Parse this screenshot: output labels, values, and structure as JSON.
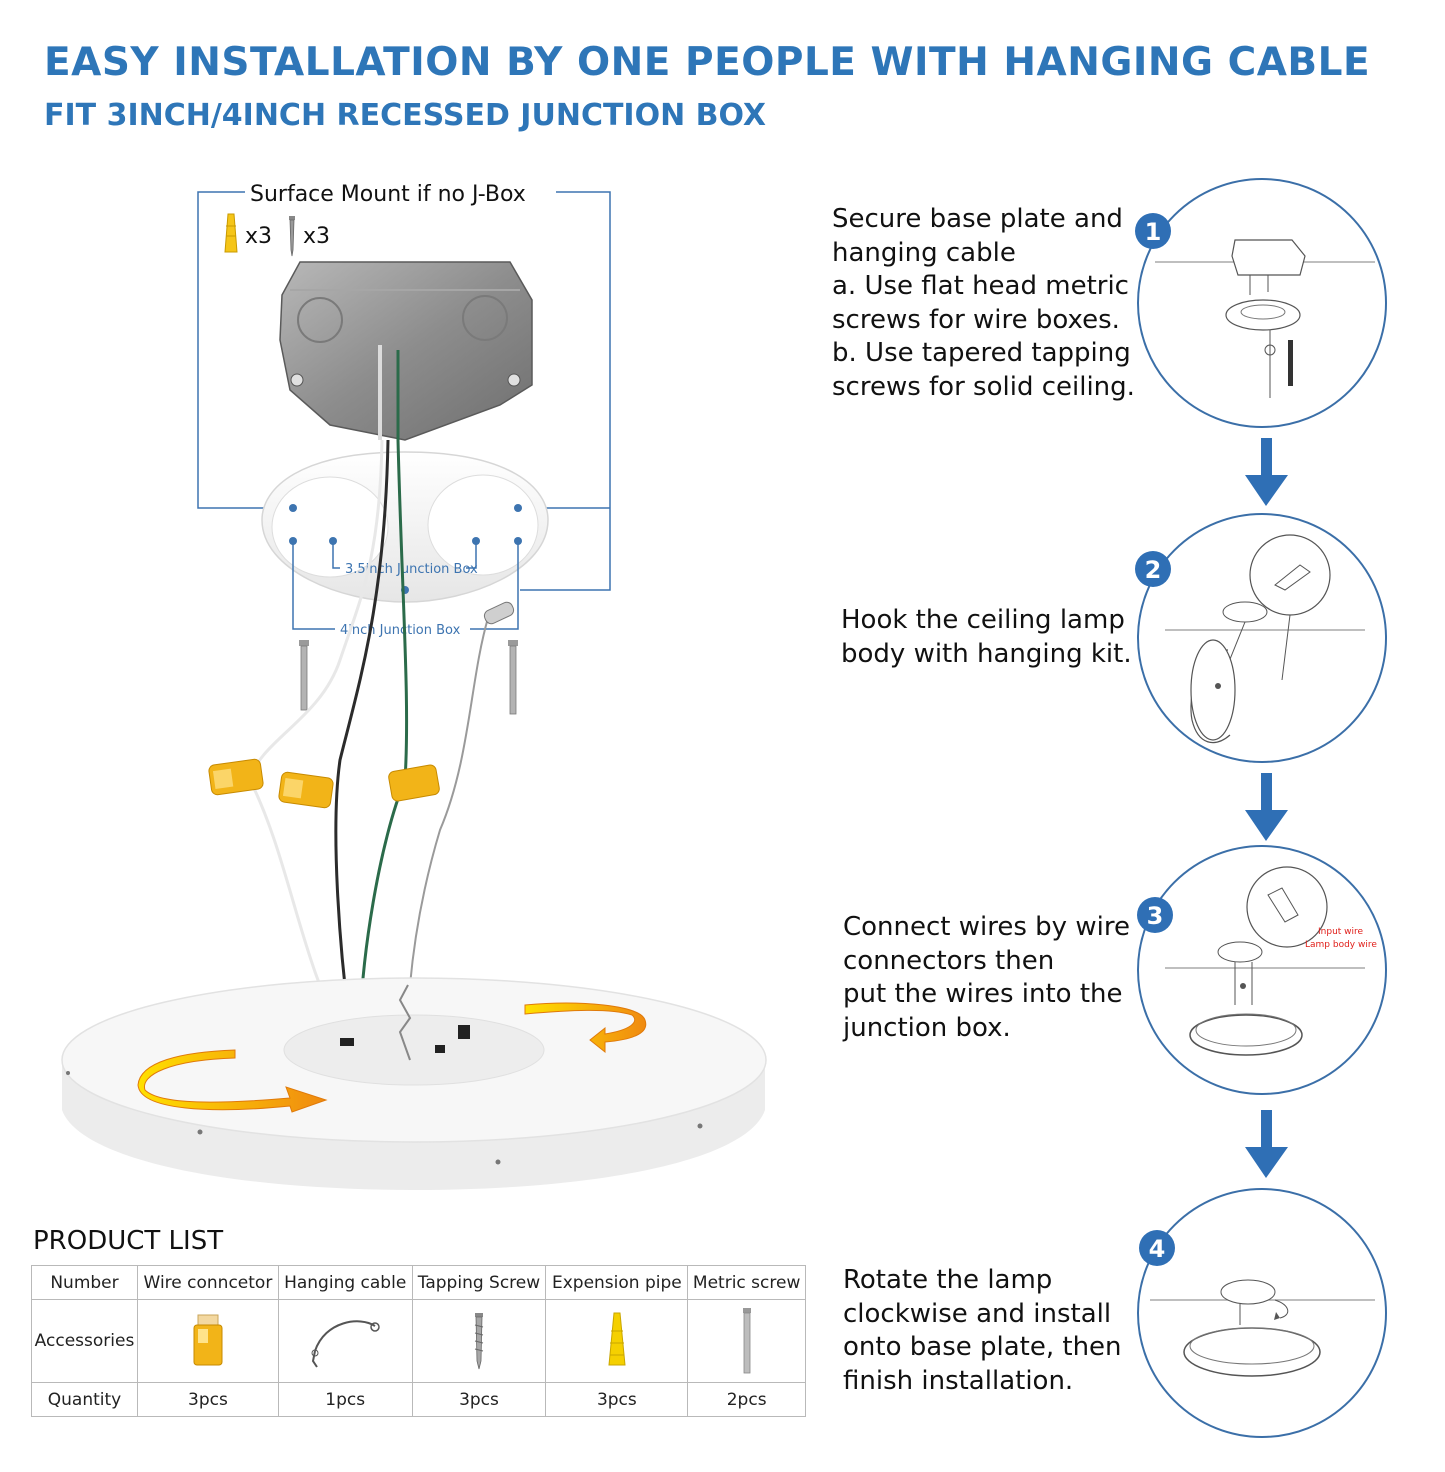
{
  "title": "EASY INSTALLATION BY ONE PEOPLE WITH HANGING CABLE",
  "subtitle": "FIT 3INCH/4INCH RECESSED JUNCTION BOX",
  "exploded_view": {
    "surface_mount_label": "Surface Mount if no J-Box",
    "anchor_count": "x3",
    "screw_count": "x3",
    "junction_35_label": "3.5inch Junction Box",
    "junction_4_label": "4inch Junction Box"
  },
  "steps": [
    {
      "number": "1",
      "text": "Secure base plate and\nhanging cable\na. Use flat head metric\nscrews for wire boxes.\nb. Use tapered tapping\nscrews for solid ceiling."
    },
    {
      "number": "2",
      "text": "Hook the ceiling lamp\nbody with hanging kit."
    },
    {
      "number": "3",
      "text": "Connect wires by wire\nconnectors then\nput the wires into the\njunction box.",
      "callout_input": "Input wire",
      "callout_lamp": "Lamp body wire"
    },
    {
      "number": "4",
      "text": "Rotate the lamp\nclockwise and install\nonto base plate, then\nfinish installation."
    }
  ],
  "product_list": {
    "title": "PRODUCT LIST",
    "row_labels": {
      "number": "Number",
      "accessories": "Accessories",
      "quantity": "Quantity"
    },
    "items": [
      {
        "name": "Wire conncetor",
        "icon": "wire-connector-icon",
        "quantity": "3pcs"
      },
      {
        "name": "Hanging cable",
        "icon": "hanging-cable-icon",
        "quantity": "1pcs"
      },
      {
        "name": "Tapping Screw",
        "icon": "tapping-screw-icon",
        "quantity": "3pcs"
      },
      {
        "name": "Expension pipe",
        "icon": "expansion-anchor-icon",
        "quantity": "3pcs"
      },
      {
        "name": "Metric screw",
        "icon": "metric-screw-icon",
        "quantity": "2pcs"
      }
    ]
  },
  "colors": {
    "title_blue": "#2e76b8",
    "step_blue": "#2f6fb5",
    "orange_arrow": "#f39a12",
    "connector_yellow": "#f2b418",
    "callout_red": "#e0201b"
  }
}
